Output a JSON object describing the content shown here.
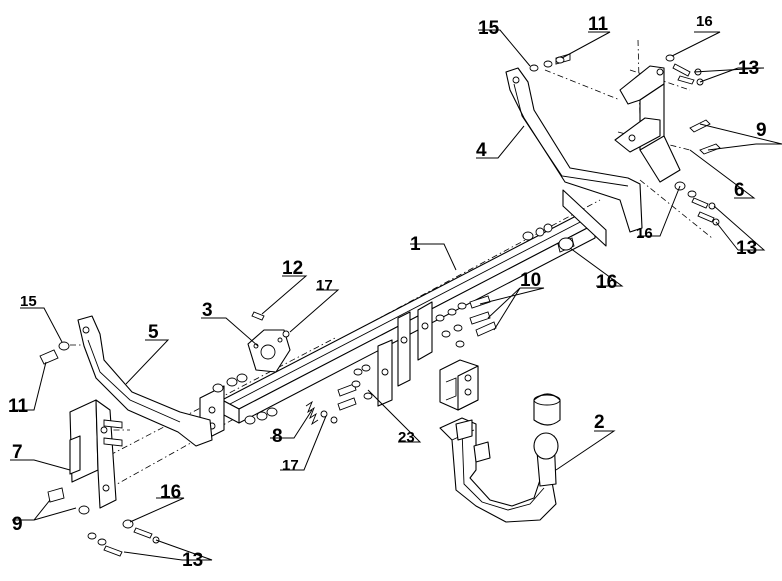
{
  "callouts": [
    {
      "key": "c1",
      "text": "1"
    },
    {
      "key": "c2",
      "text": "2"
    },
    {
      "key": "c3",
      "text": "3"
    },
    {
      "key": "c4",
      "text": "4"
    },
    {
      "key": "c5",
      "text": "5"
    },
    {
      "key": "c6",
      "text": "6"
    },
    {
      "key": "c7",
      "text": "7"
    },
    {
      "key": "c8",
      "text": "8"
    },
    {
      "key": "c9a",
      "text": "9"
    },
    {
      "key": "c9b",
      "text": "9"
    },
    {
      "key": "c10",
      "text": "10"
    },
    {
      "key": "c11a",
      "text": "11"
    },
    {
      "key": "c11b",
      "text": "11"
    },
    {
      "key": "c12",
      "text": "12"
    },
    {
      "key": "c13a",
      "text": "13"
    },
    {
      "key": "c13b",
      "text": "13"
    },
    {
      "key": "c13c",
      "text": "13"
    },
    {
      "key": "c15a",
      "text": "15"
    },
    {
      "key": "c15b",
      "text": "15"
    },
    {
      "key": "c16a",
      "text": "16"
    },
    {
      "key": "c16b",
      "text": "16"
    },
    {
      "key": "c16c",
      "text": "16"
    },
    {
      "key": "c16d",
      "text": "16"
    },
    {
      "key": "c17a",
      "text": "17"
    },
    {
      "key": "c17b",
      "text": "17"
    },
    {
      "key": "c23",
      "text": "23"
    }
  ],
  "labels": {
    "c1": "1",
    "c2": "2",
    "c3": "3",
    "c4": "4",
    "c5": "5",
    "c6": "6",
    "c7": "7",
    "c8": "8",
    "c9a": "9",
    "c9b": "9",
    "c10": "10",
    "c11a": "11",
    "c11b": "11",
    "c12": "12",
    "c13a": "13",
    "c13b": "13",
    "c13c": "13",
    "c15a": "15",
    "c15b": "15",
    "c16a": "16",
    "c16b": "16",
    "c16c": "16",
    "c16d": "16",
    "c17a": "17",
    "c17b": "17",
    "c23": "23"
  }
}
